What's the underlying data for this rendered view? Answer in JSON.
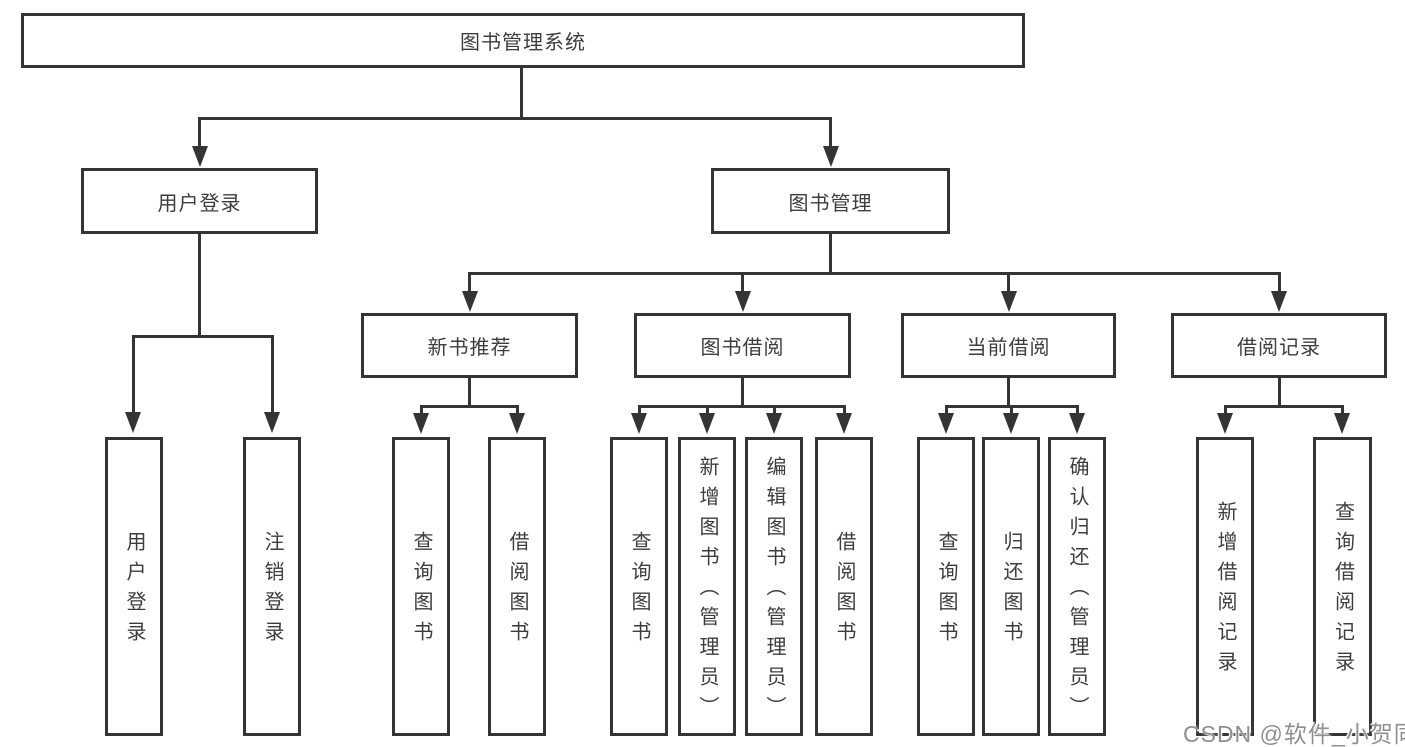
{
  "colors": {
    "line": "#343434",
    "text": "#3d3d3d",
    "background": "#ffffff",
    "watermark_text": "#8f8f8f"
  },
  "watermark": {
    "text": "CSDN @软件_小贺同学"
  },
  "diagram": {
    "root": {
      "label": "图书管理系统"
    },
    "user_login": {
      "label": "用户登录",
      "children": [
        {
          "label": "用户登录"
        },
        {
          "label": "注销登录"
        }
      ]
    },
    "book_mgmt": {
      "label": "图书管理",
      "sections": [
        {
          "label": "新书推荐",
          "children": [
            {
              "label": "查询图书"
            },
            {
              "label": "借阅图书"
            }
          ]
        },
        {
          "label": "图书借阅",
          "children": [
            {
              "label": "查询图书"
            },
            {
              "label": "新增图书（管理员）"
            },
            {
              "label": "编辑图书（管理员）"
            },
            {
              "label": "借阅图书"
            }
          ]
        },
        {
          "label": "当前借阅",
          "children": [
            {
              "label": "查询图书"
            },
            {
              "label": "归还图书"
            },
            {
              "label": "确认归还（管理员）"
            }
          ]
        },
        {
          "label": "借阅记录",
          "children": [
            {
              "label": "新增借阅记录"
            },
            {
              "label": "查询借阅记录"
            }
          ]
        }
      ]
    }
  }
}
